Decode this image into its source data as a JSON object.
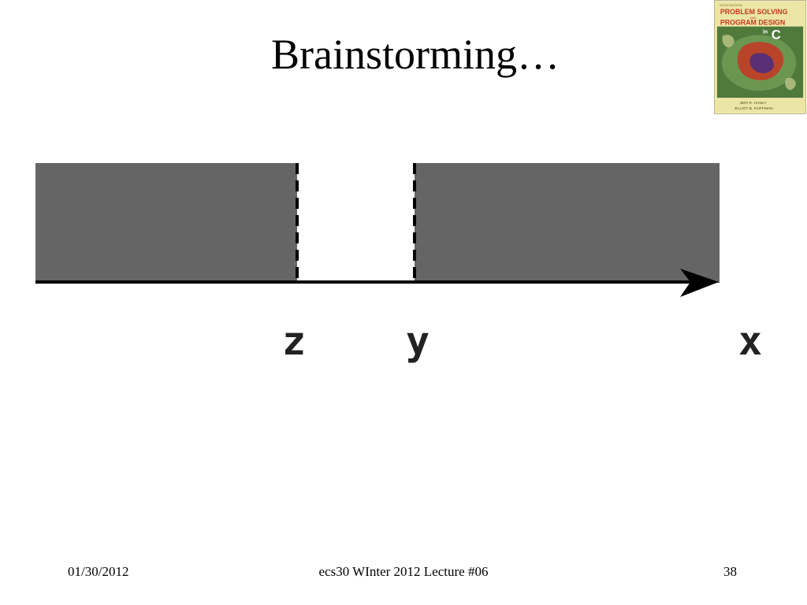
{
  "slide": {
    "title": "Brainstorming…",
    "labels": {
      "z": "z",
      "y": "y",
      "x": "x"
    },
    "colors": {
      "region": "#656565",
      "axis": "#000000"
    },
    "book_cover": {
      "edition": "SIXTH EDITION",
      "title_line1": "PROBLEM SOLVING",
      "title_and": "AND",
      "title_line2": "PROGRAM DESIGN",
      "title_in": "in",
      "title_lang": "C",
      "author1": "JERI R. HANLY",
      "author2": "ELLIOT B. KOFFMAN"
    }
  },
  "footer": {
    "date": "01/30/2012",
    "course": "ecs30 WInter 2012 Lecture #06",
    "page": "38"
  }
}
